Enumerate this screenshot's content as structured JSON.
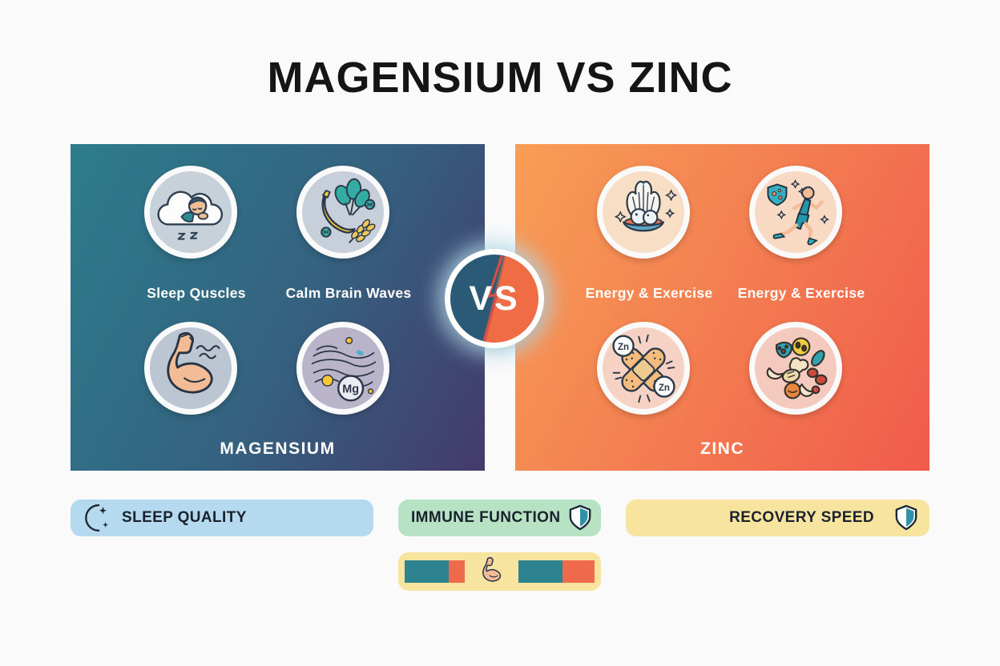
{
  "title": "MAGENSIUM VS ZINC",
  "vs_badge": {
    "label": "VS"
  },
  "panels": {
    "left": {
      "title": "MAGENSIUM",
      "labels": [
        "Sleep Quscles",
        "Calm Brain Waves"
      ],
      "element_symbol": "Mg",
      "icons": [
        "sleeping-person-cloud-icon",
        "banana-leafy-greens-icon",
        "flexed-bicep-icon",
        "magnesium-calm-waves-icon"
      ],
      "gradient_start": "#2C7D8C",
      "gradient_end": "#443A6B"
    },
    "right": {
      "title": "ZINC",
      "labels": [
        "Energy & Exercise",
        "Energy & Exercise"
      ],
      "element_symbol": "Zn",
      "icons": [
        "oyster-pearl-icon",
        "runner-immune-shield-icon",
        "bandage-zinc-icon",
        "nuts-seeds-icon"
      ],
      "gradient_start": "#F8A058",
      "gradient_end": "#F15A4C"
    }
  },
  "badges": [
    {
      "label": "SLEEP QUALITY",
      "icon": "crescent-moon-stars-icon",
      "bg": "#B5D9EE"
    },
    {
      "label": "IMMUNE FUNCTION",
      "icon": "half-shield-icon",
      "bg": "#B7E2C3"
    },
    {
      "label": "RECOVERY SPEED",
      "icon": "half-shield-icon",
      "bg": "#F7E49F"
    }
  ],
  "comparison_bar": {
    "icon": "flexed-bicep-icon",
    "bg": "#F7E49F",
    "teal_color": "#2E8390",
    "orange_color": "#EE6A4B",
    "bars": [
      {
        "teal_pct": 73,
        "orange_pct": 27
      },
      {
        "teal_pct": 58,
        "orange_pct": 42
      }
    ]
  }
}
